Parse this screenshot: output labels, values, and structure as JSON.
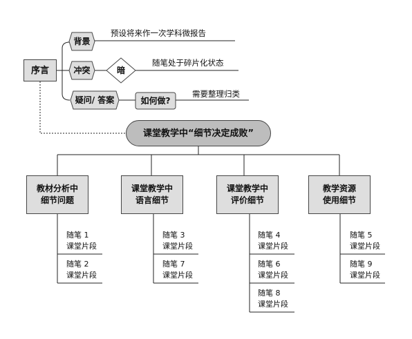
{
  "preface": "序言",
  "branches": {
    "background": {
      "tag": "背景",
      "text": "预设将来作一次学科微报告"
    },
    "conflict": {
      "tag": "冲突",
      "diamond": "暗",
      "text": "随笔处于碎片化状态"
    },
    "question": {
      "tag": "疑问/ 答案",
      "how": "如何做?",
      "text": "需要整理归类"
    }
  },
  "topic": "课堂教学中“细节决定成败”",
  "categories": [
    {
      "line1": "教材分析中",
      "line2": "细节问题",
      "notes": [
        {
          "line1": "随笔 1",
          "line2": "课堂片段"
        },
        {
          "line1": "随笔 2",
          "line2": "课堂片段"
        }
      ]
    },
    {
      "line1": "课堂教学中",
      "line2": "语言细节",
      "notes": [
        {
          "line1": "随笔 3",
          "line2": "课堂片段"
        },
        {
          "line1": "随笔 7",
          "line2": "课堂片段"
        }
      ]
    },
    {
      "line1": "课堂教学中",
      "line2": "评价细节",
      "notes": [
        {
          "line1": "随笔 4",
          "line2": "课堂片段"
        },
        {
          "line1": "随笔 6",
          "line2": "课堂片段"
        },
        {
          "line1": "随笔 8",
          "line2": "课堂片段"
        }
      ]
    },
    {
      "line1": "教学资源",
      "line2": "使用细节",
      "notes": [
        {
          "line1": "随笔 5",
          "line2": "课堂片段"
        },
        {
          "line1": "随笔 9",
          "line2": "课堂片段"
        }
      ]
    }
  ]
}
